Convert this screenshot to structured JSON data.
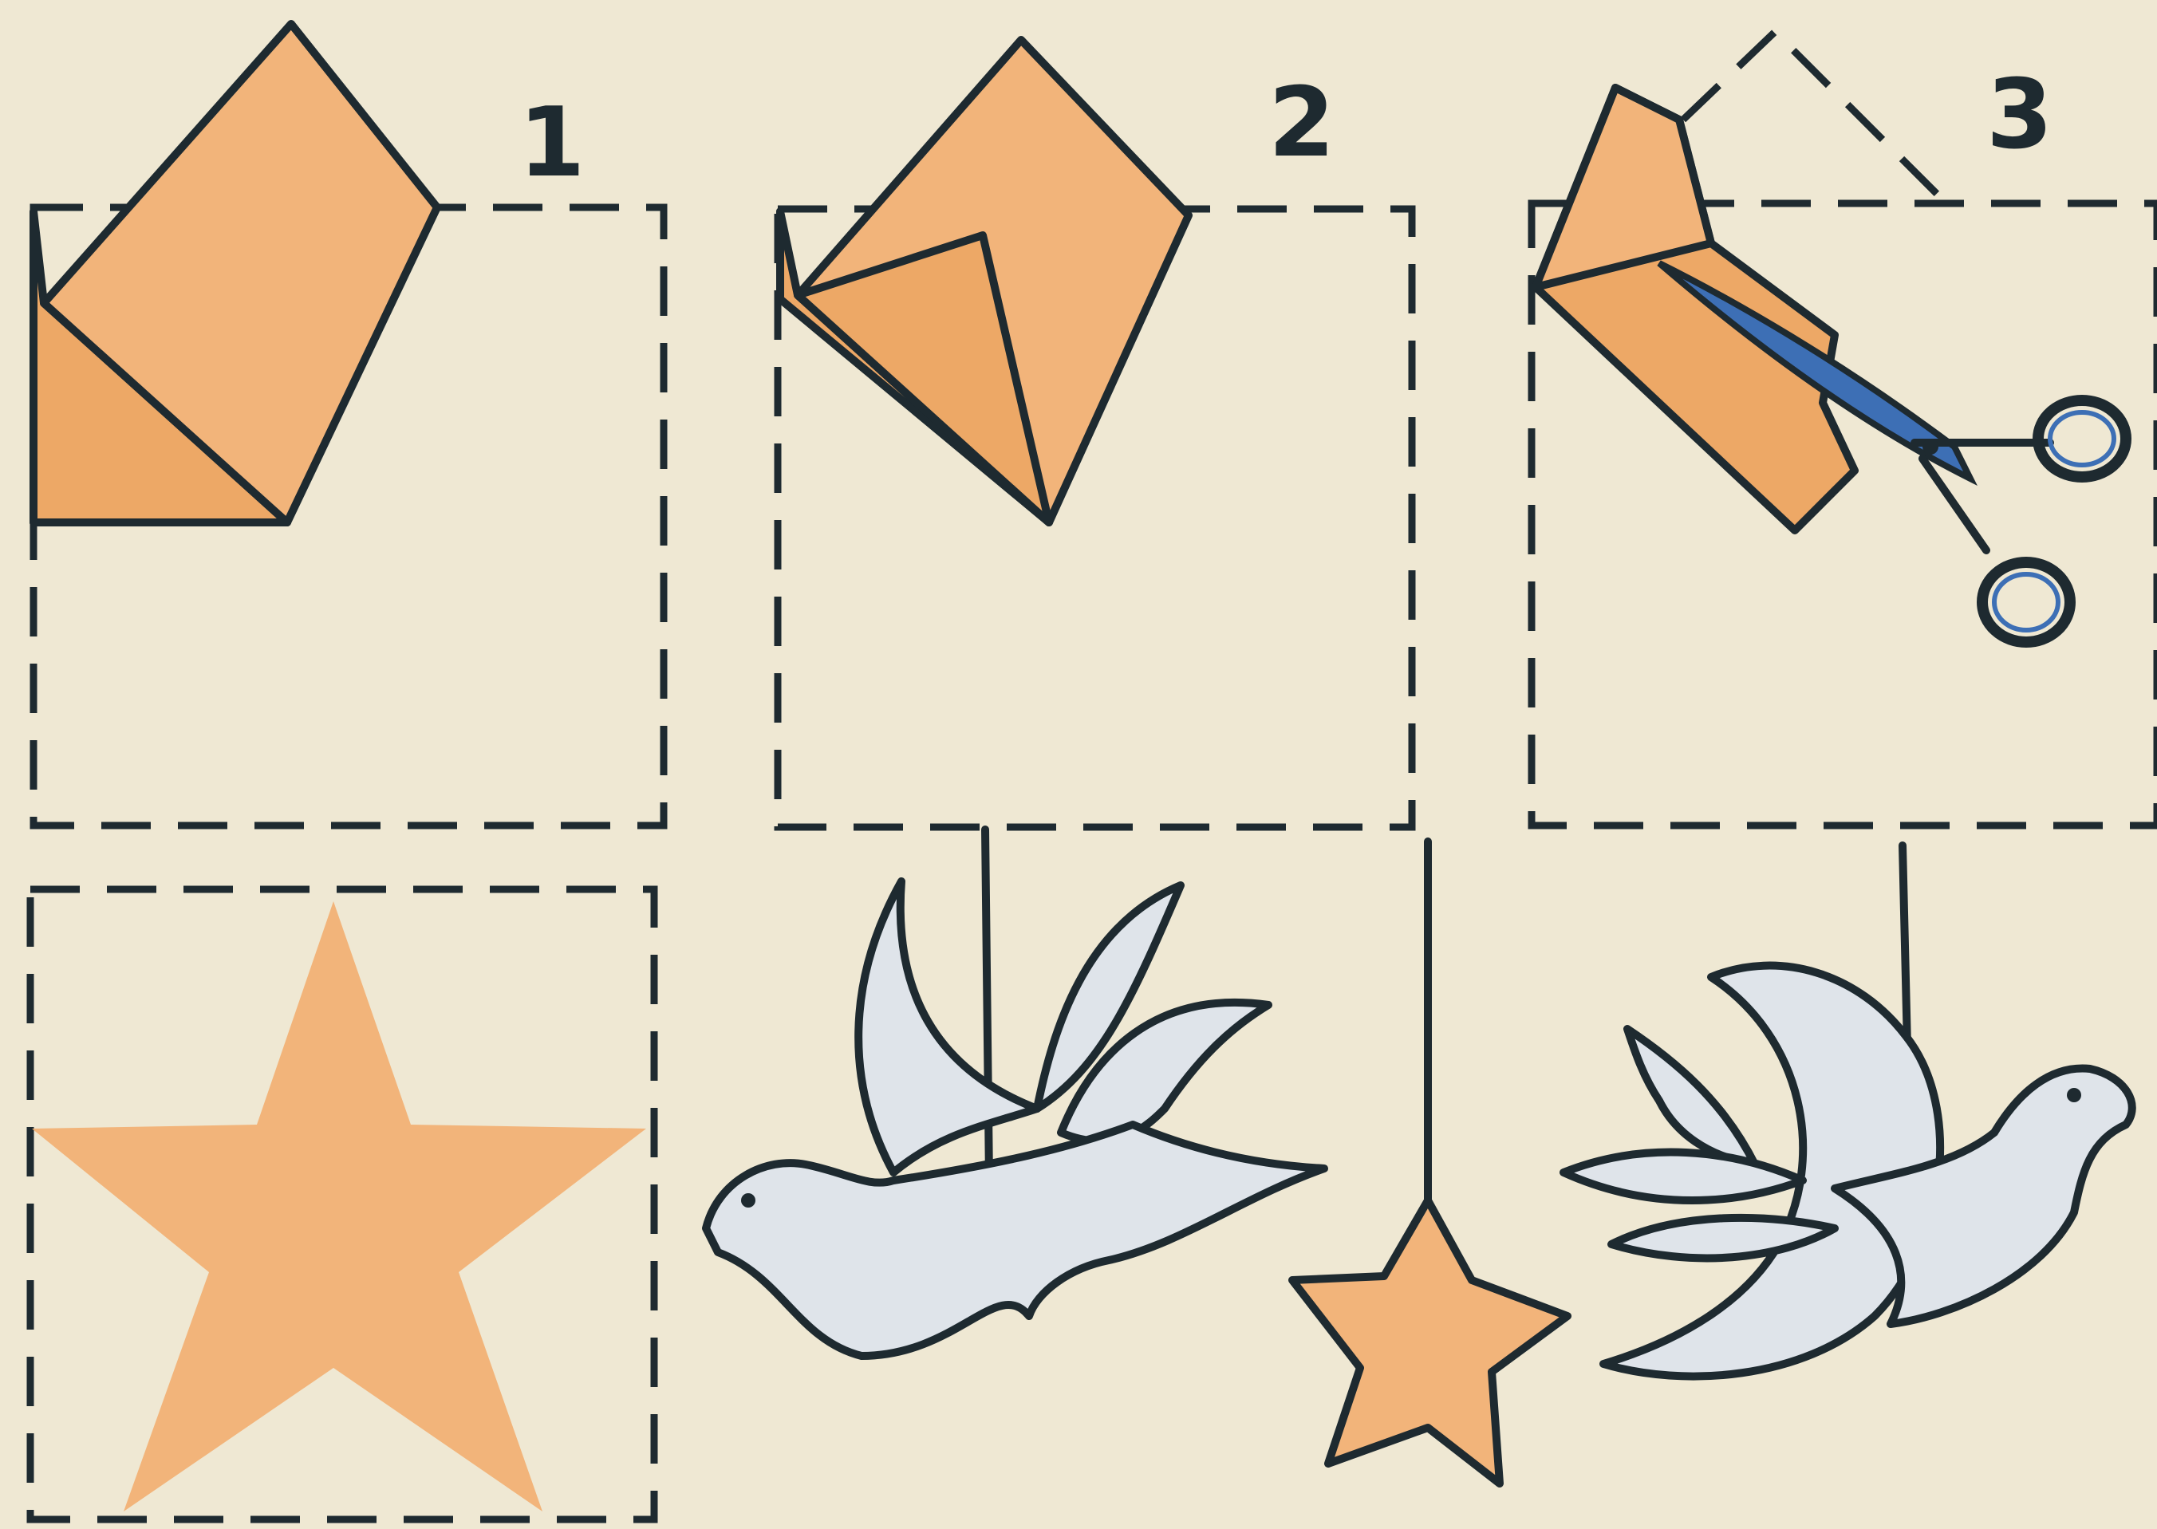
{
  "steps": [
    {
      "number": "1"
    },
    {
      "number": "2"
    },
    {
      "number": "3"
    }
  ],
  "colors": {
    "paper_light": "#efe8d3",
    "paper_orange": "#f2b47a",
    "paper_orange_dark": "#eda866",
    "outline": "#1e2a30",
    "bird_fill": "#dfe4ea",
    "scissors_blue": "#3d6fb5"
  },
  "icons": [
    "star-icon",
    "bird-icon",
    "scissors-icon"
  ]
}
